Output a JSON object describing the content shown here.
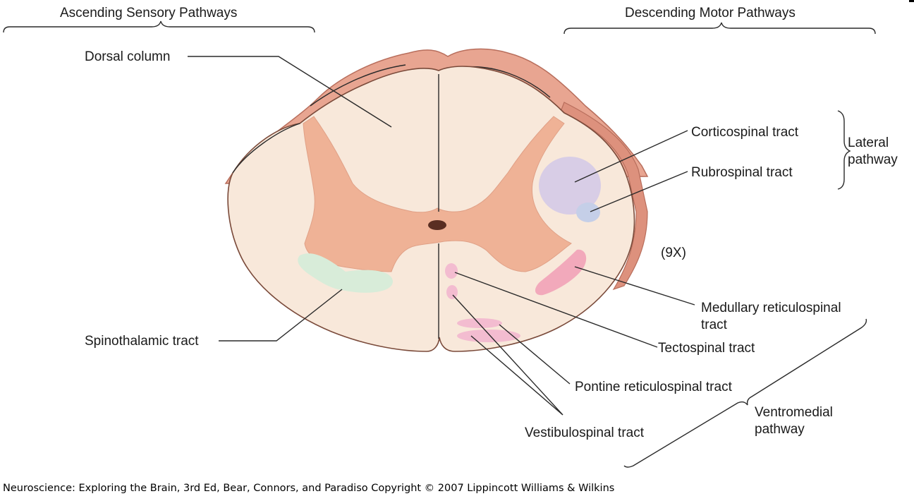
{
  "headings": {
    "ascending": "Ascending Sensory Pathways",
    "descending": "Descending Motor Pathways"
  },
  "labels": {
    "dorsal_column": "Dorsal column",
    "spinothalamic": "Spinothalamic tract",
    "corticospinal": "Corticospinal tract",
    "rubrospinal": "Rubrospinal tract",
    "lateral_pathway_1": "Lateral",
    "lateral_pathway_2": "pathway",
    "magnification": "(9X)",
    "medullary_1": "Medullary reticulospinal",
    "medullary_2": "tract",
    "tectospinal": "Tectospinal tract",
    "pontine": "Pontine reticulospinal tract",
    "vestibulospinal": "Vestibulospinal tract",
    "ventromedial_1": "Ventromedial",
    "ventromedial_2": "pathway"
  },
  "caption": "Neuroscience: Exploring the Brain, 3rd Ed, Bear, Connors, and Paradiso Copyright © 2007 Lippincott Williams & Wilkins",
  "colors": {
    "white_matter": "#f8e8da",
    "gray_matter": "#efb296",
    "pia_edge": "#d98a76",
    "pia_face": "#e8a591",
    "corticospinal": "#d8cde6",
    "rubrospinal": "#c5cfe8",
    "spinothalamic": "#d8ecd9",
    "reticulospinal": "#f2a9bb",
    "medial_tracts": "#f3bcd0"
  }
}
